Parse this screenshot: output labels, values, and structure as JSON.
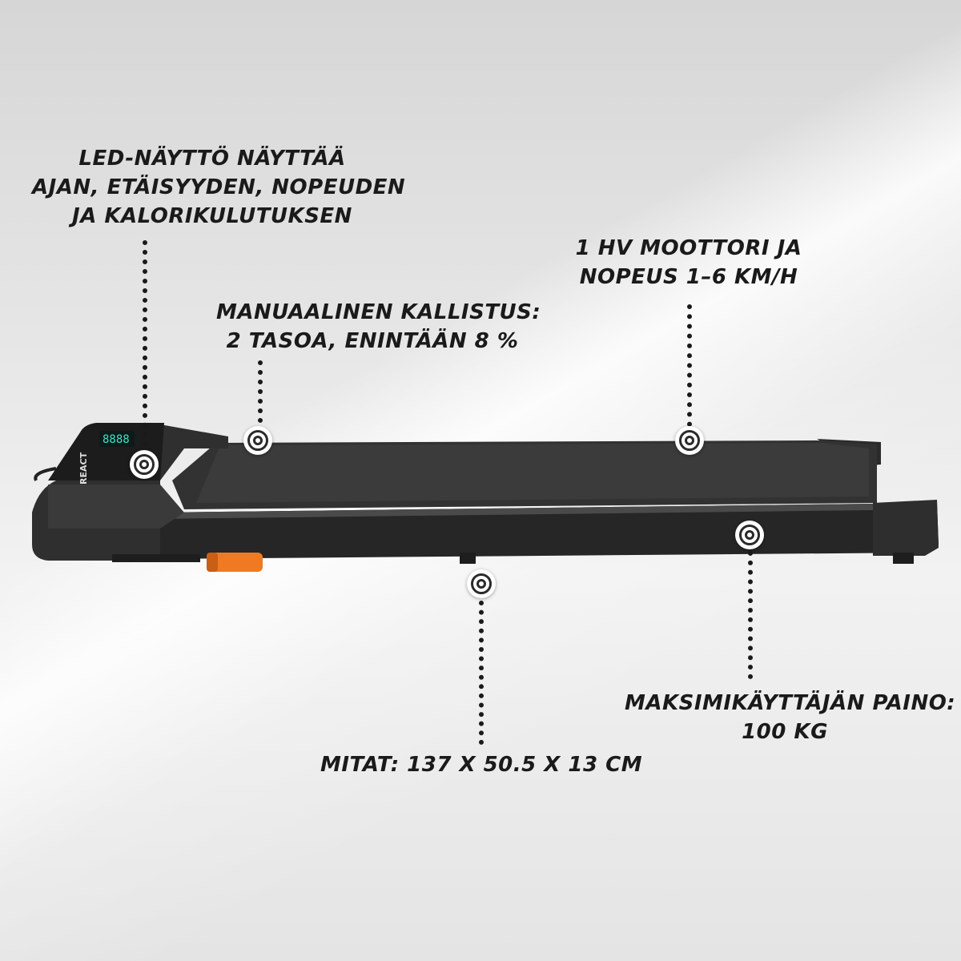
{
  "callouts": {
    "led": {
      "lines": [
        "LED-NÄYTTÖ NÄYTTÄÄ",
        "AJAN, ETÄISYYDEN, NOPEUDEN",
        "JA KALORIKULUTUKSEN"
      ]
    },
    "motor": {
      "lines": [
        "1 HV MOOTTORI JA",
        "NOPEUS 1–6 KM/H"
      ]
    },
    "incline": {
      "lines": [
        "MANUAALINEN KALLISTUS:",
        "2 TASOA, ENINTÄÄN 8 %"
      ]
    },
    "weight": {
      "lines": [
        "MAKSIMIKÄYTTÄJÄN PAINO:",
        "100 KG"
      ]
    },
    "dimensions": {
      "lines": [
        "MITAT: 137 X 50.5 X 13 CM"
      ]
    }
  },
  "product": {
    "brand": "REACT",
    "display_digits": "8888"
  },
  "colors": {
    "accent": "#f07a22",
    "display": "#3fe0c0",
    "body": "#2b2b2b"
  }
}
